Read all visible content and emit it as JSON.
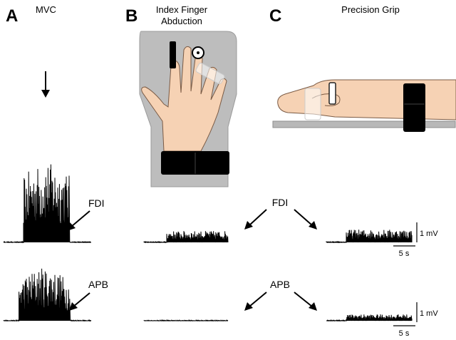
{
  "panels": {
    "a": {
      "letter": "A",
      "title": "MVC"
    },
    "b": {
      "letter": "B",
      "title_line1": "Index Finger",
      "title_line2": "Abduction"
    },
    "c": {
      "letter": "C",
      "title": "Precision Grip"
    }
  },
  "muscles": {
    "fdi": "FDI",
    "apb": "APB"
  },
  "scale_bars": {
    "voltage": "1 mV",
    "time": "5 s"
  },
  "colors": {
    "trace": "#000000",
    "device_gray": "#bdbdbd",
    "skin": "#f6d2b4",
    "strap": "#000000"
  }
}
